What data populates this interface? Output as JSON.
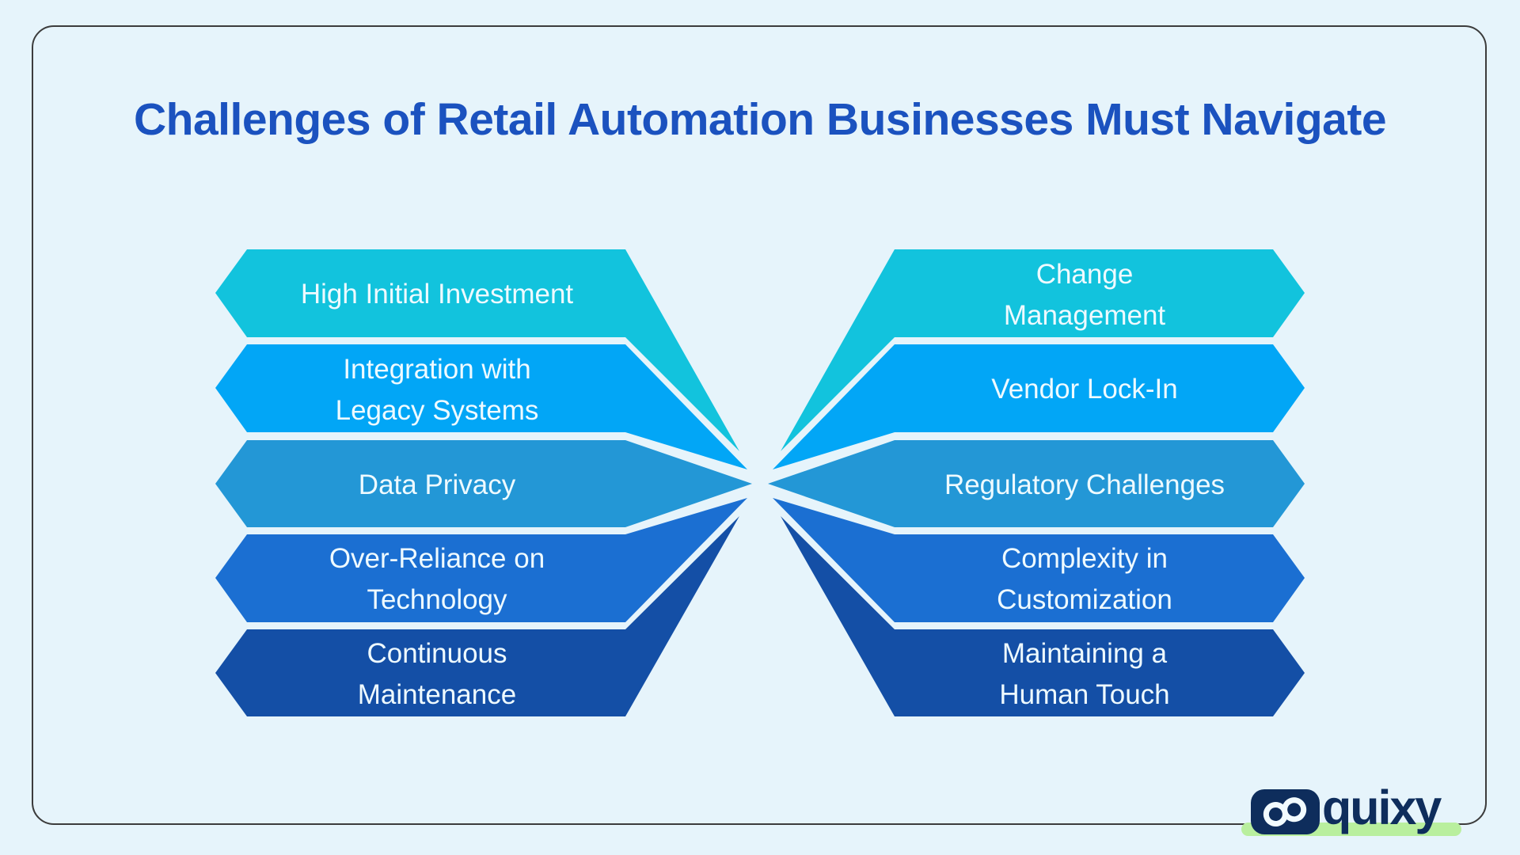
{
  "title": "Challenges of Retail Automation Businesses Must Navigate",
  "colors": {
    "background": "#e6f4fb",
    "card_border": "#3c3c3c",
    "title": "#1b52bf",
    "band_text": "#eefaff",
    "logo_navy": "#0e2d5c",
    "logo_highlight": "#b9ef9e",
    "bands": [
      "#12c3dd",
      "#02a6f6",
      "#2397d6",
      "#1b6fd2",
      "#144fa6"
    ]
  },
  "bands": {
    "left": [
      {
        "line1": "High Initial Investment",
        "line2": ""
      },
      {
        "line1": "Integration with",
        "line2": "Legacy Systems"
      },
      {
        "line1": "Data Privacy",
        "line2": ""
      },
      {
        "line1": "Over-Reliance on",
        "line2": "Technology"
      },
      {
        "line1": "Continuous",
        "line2": "Maintenance"
      }
    ],
    "right": [
      {
        "line1": "Change",
        "line2": "Management"
      },
      {
        "line1": "Vendor Lock-In",
        "line2": ""
      },
      {
        "line1": "Regulatory Challenges",
        "line2": ""
      },
      {
        "line1": "Complexity in",
        "line2": "Customization"
      },
      {
        "line1": "Maintaining a",
        "line2": "Human Touch"
      }
    ]
  },
  "logo": {
    "wordmark": "quixy",
    "mark": "infinity-loop-icon"
  }
}
